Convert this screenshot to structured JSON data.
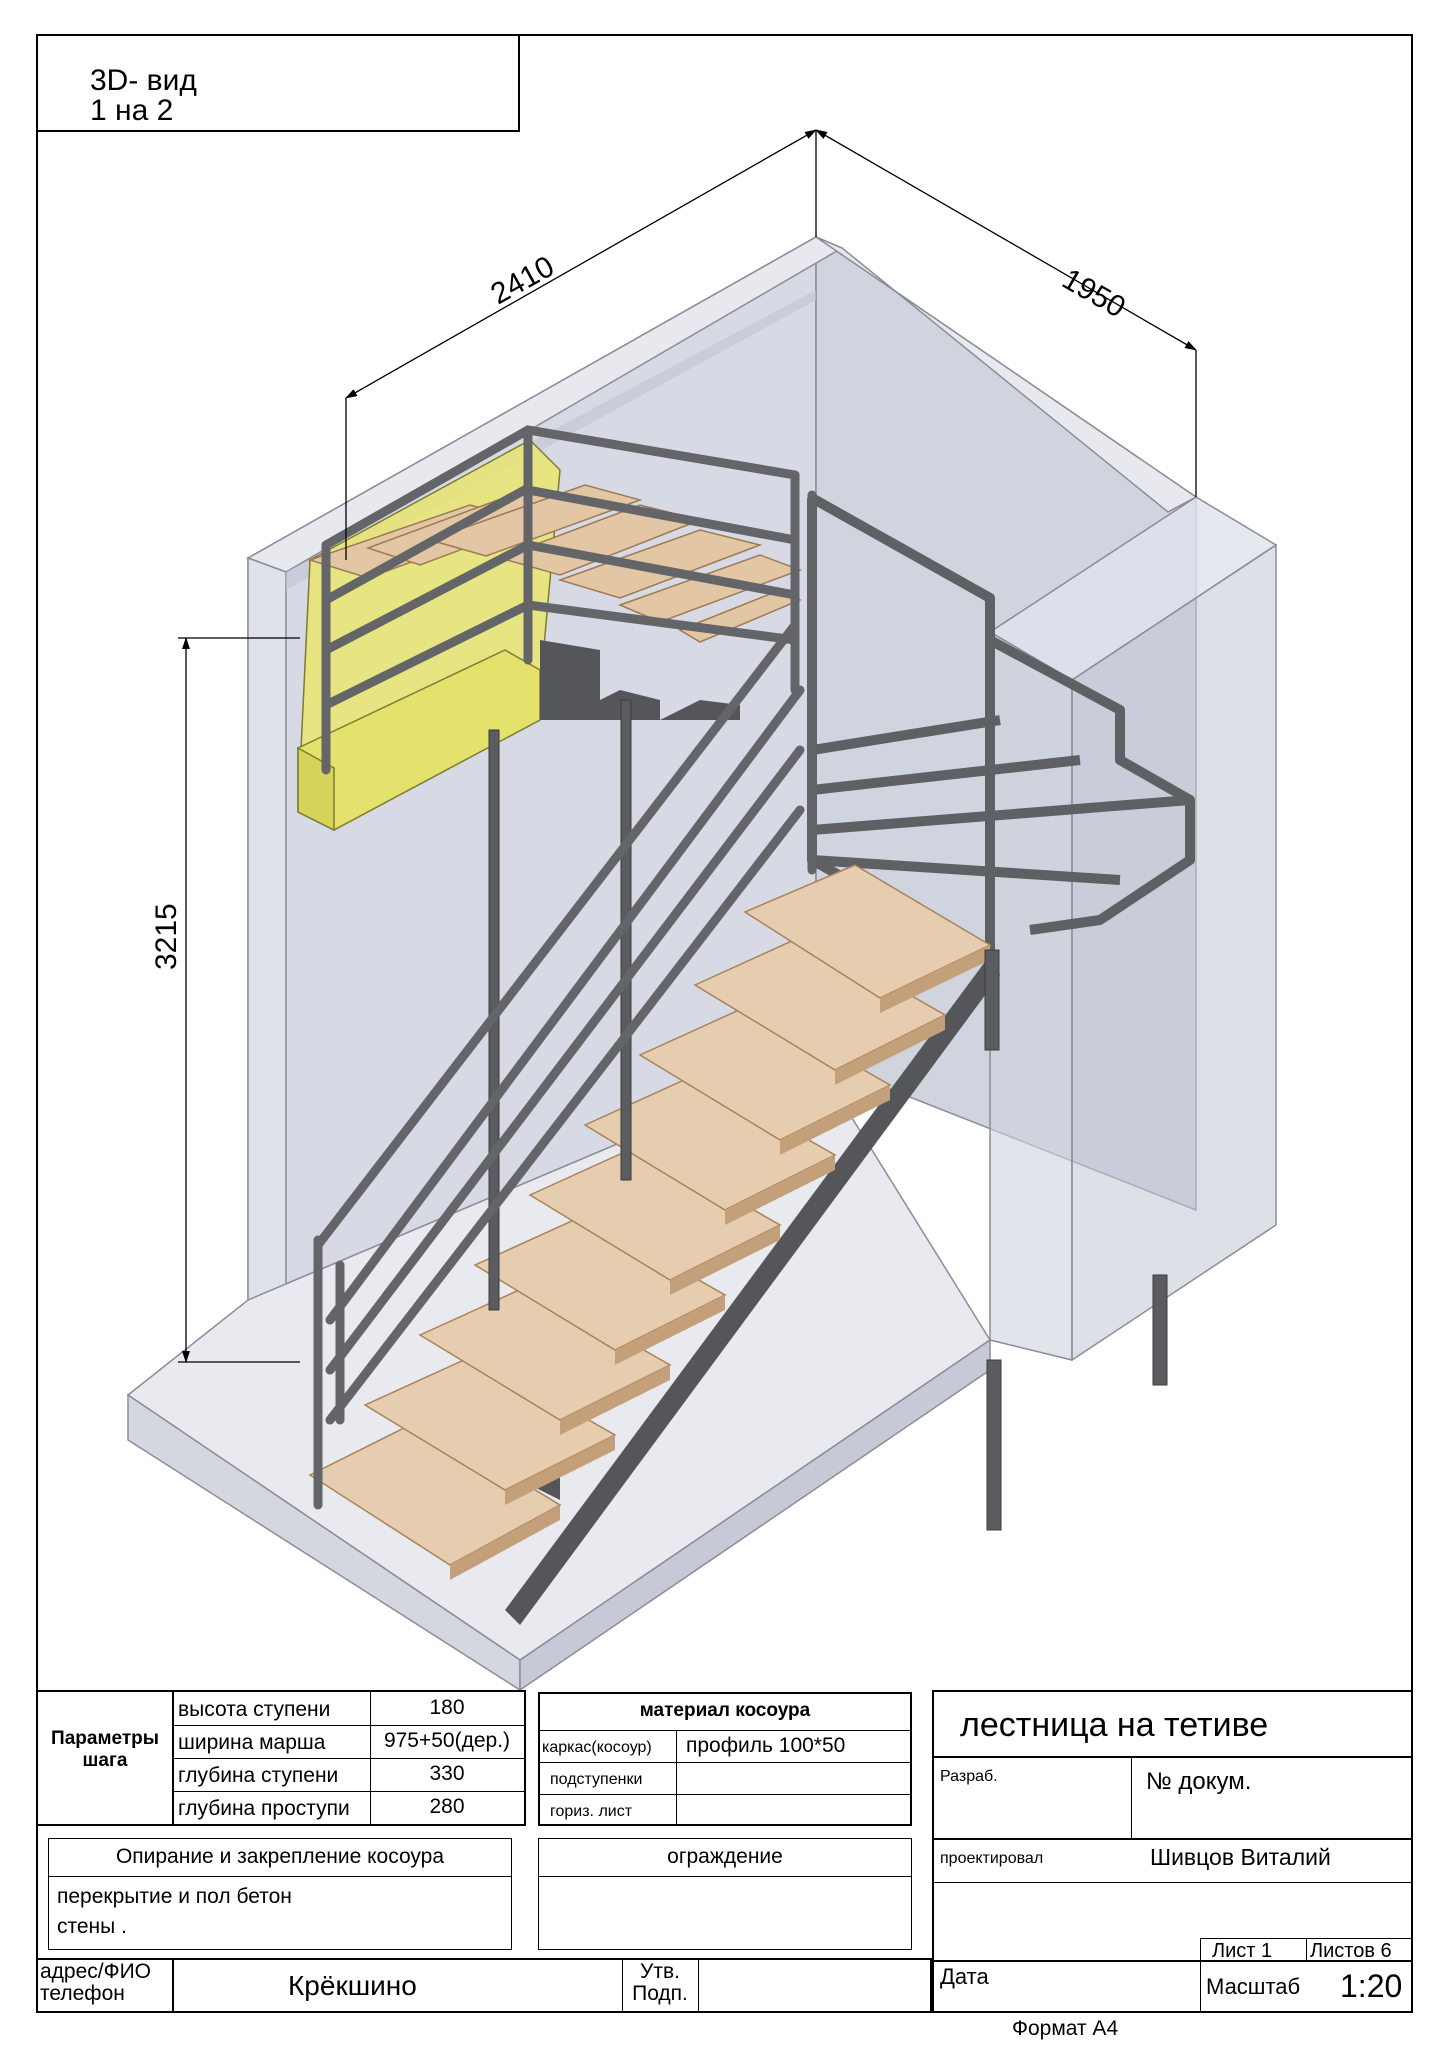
{
  "view": {
    "line1": "3D- вид",
    "line2": "1 на 2"
  },
  "dimensions": {
    "top_left": "2410",
    "top_right": "1950",
    "height": "3215"
  },
  "params": {
    "heading": "Параметры шага",
    "rows": [
      {
        "label": "высота ступени",
        "value": "180"
      },
      {
        "label": "ширина марша",
        "value": "975+50(дер.)"
      },
      {
        "label": "глубина ступени",
        "value": "330"
      },
      {
        "label": "глубина проступи",
        "value": "280"
      }
    ]
  },
  "material": {
    "heading": "материал косоура",
    "rows": [
      {
        "label": "каркас(косоур)",
        "value": "профиль 100*50"
      },
      {
        "label": "подступенки",
        "value": ""
      },
      {
        "label": "гориз. лист",
        "value": ""
      }
    ]
  },
  "support": {
    "heading": "Опирание и закрепление косоура",
    "line1": "перекрытие и пол бетон",
    "line2": "стены ."
  },
  "fence": {
    "heading": "ограждение"
  },
  "title_block": {
    "title": "лестница на тетиве",
    "developed_label": "Разраб.",
    "doc_no": "№ докум.",
    "designer_label": "проектировал",
    "designer_name": "Шивцов Виталий",
    "sheet": "Лист 1",
    "sheets": "Листов 6",
    "date_label": "Дата",
    "scale_label": "Масштаб",
    "scale_value": "1:20"
  },
  "address": {
    "label_line1": "адрес/ФИО",
    "label_line2": "телефон",
    "value": "Крёкшино",
    "approved_line1": "Утв.",
    "approved_line2": "Подп."
  },
  "format": "Формат А4",
  "colors": {
    "tread": "#e6cdb0",
    "tread_edge": "#b08a5f",
    "steel": "#6f7074",
    "wall": "#cdd1dd",
    "landing_yellow": "#e8e677"
  }
}
